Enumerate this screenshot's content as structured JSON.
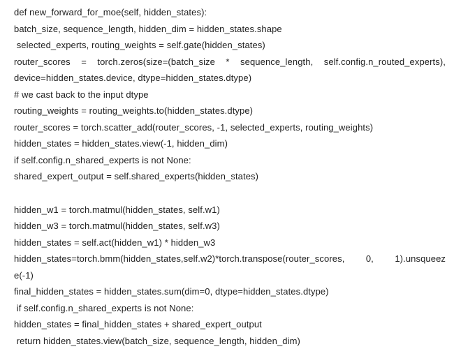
{
  "document": {
    "type": "code-text",
    "language": "python",
    "text_color": "#212121",
    "background_color": "#ffffff",
    "lines": [
      {
        "text": "def new_forward_for_moe(self, hidden_states):",
        "justify": false
      },
      {
        "text": "batch_size, sequence_length, hidden_dim = hidden_states.shape",
        "justify": false
      },
      {
        "text": " selected_experts, routing_weights = self.gate(hidden_states)",
        "justify": false
      },
      {
        "text": "router_scores = torch.zeros(size=(batch_size * sequence_length, self.config.n_routed_experts),",
        "justify": true
      },
      {
        "text": "device=hidden_states.device, dtype=hidden_states.dtype)",
        "justify": false
      },
      {
        "text": "# we cast back to the input dtype",
        "justify": false
      },
      {
        "text": "routing_weights = routing_weights.to(hidden_states.dtype)",
        "justify": false
      },
      {
        "text": "router_scores = torch.scatter_add(router_scores, -1, selected_experts, routing_weights)",
        "justify": false
      },
      {
        "text": "hidden_states = hidden_states.view(-1, hidden_dim)",
        "justify": false
      },
      {
        "text": "if self.config.n_shared_experts is not None:",
        "justify": false
      },
      {
        "text": "shared_expert_output = self.shared_experts(hidden_states)",
        "justify": false
      },
      {
        "text": "",
        "justify": false
      },
      {
        "text": "hidden_w1 = torch.matmul(hidden_states, self.w1)",
        "justify": false
      },
      {
        "text": "hidden_w3 = torch.matmul(hidden_states, self.w3)",
        "justify": false
      },
      {
        "text": "hidden_states = self.act(hidden_w1) * hidden_w3",
        "justify": false
      },
      {
        "text": "hidden_states=torch.bmm(hidden_states,self.w2)*torch.transpose(router_scores, 0, 1).unsqueez",
        "justify": true
      },
      {
        "text": "e(-1)",
        "justify": false
      },
      {
        "text": "final_hidden_states = hidden_states.sum(dim=0, dtype=hidden_states.dtype)",
        "justify": false
      },
      {
        "text": " if self.config.n_shared_experts is not None:",
        "justify": false
      },
      {
        "text": "hidden_states = final_hidden_states + shared_expert_output",
        "justify": false
      },
      {
        "text": " return hidden_states.view(batch_size, sequence_length, hidden_dim)",
        "justify": false
      }
    ]
  }
}
